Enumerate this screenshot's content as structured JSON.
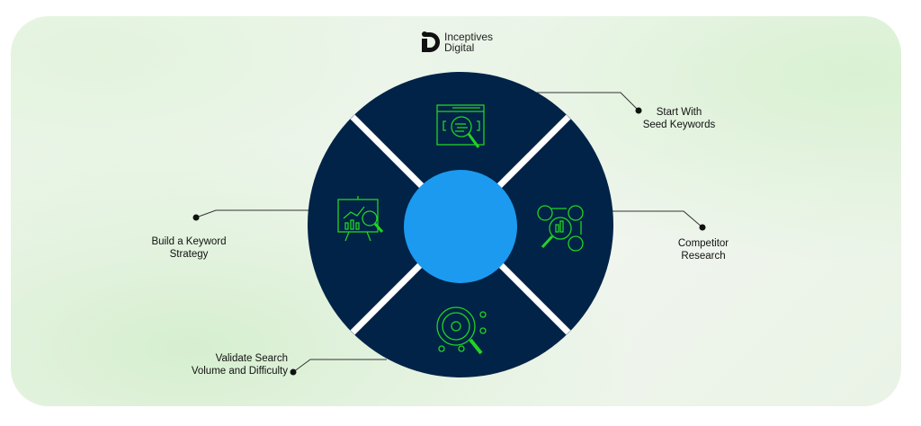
{
  "brand": {
    "line1": "Inceptives",
    "line2": "Digital"
  },
  "steps": [
    {
      "label_line1": "Start With",
      "label_line2": "Seed Keywords",
      "icon": "browser-search-icon"
    },
    {
      "label_line1": "Competitor",
      "label_line2": "Research",
      "icon": "users-analytics-search-icon"
    },
    {
      "label_line1": "Validate Search",
      "label_line2": "Volume and Difficulty",
      "icon": "target-search-icon"
    },
    {
      "label_line1": "Build a Keyword",
      "label_line2": "Strategy",
      "icon": "presentation-chart-icon"
    }
  ],
  "colors": {
    "ring": "#012347",
    "center": "#1b9af0",
    "icon": "#22d323",
    "divider": "#ffffff"
  }
}
